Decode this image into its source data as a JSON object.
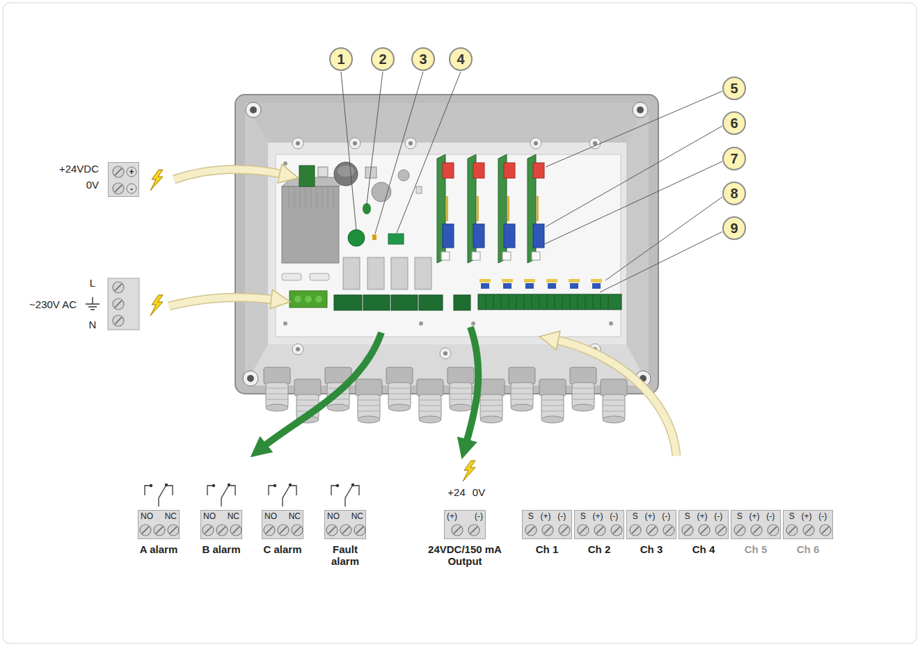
{
  "diagram": {
    "nodes": [
      {
        "text": [
          "1"
        ]
      },
      {
        "text": [
          "2"
        ]
      },
      {
        "text": [
          "3"
        ]
      },
      {
        "text": [
          "4"
        ]
      },
      {
        "text": [
          "5"
        ]
      },
      {
        "text": [
          "6"
        ]
      },
      {
        "text": [
          "7"
        ]
      },
      {
        "text": [
          "8"
        ]
      },
      {
        "text": [
          "9"
        ]
      },
      {
        "text": [
          "+",
          "-"
        ]
      },
      {
        "text": [
          "NO",
          "NC",
          "A alarm"
        ]
      },
      {
        "text": [
          "NO",
          "NC",
          "B alarm"
        ]
      },
      {
        "text": [
          "NO",
          "NC",
          "C alarm"
        ]
      },
      {
        "text": [
          "NO",
          "NC",
          "Fault alarm"
        ]
      },
      {
        "text": [
          "(+)",
          "(-)",
          "24VDC/150 mA Output"
        ]
      },
      {
        "text": [
          "S",
          "(+)",
          "(-)",
          "Ch 1"
        ]
      },
      {
        "text": [
          "S",
          "(+)",
          "(-)",
          "Ch 2"
        ]
      },
      {
        "text": [
          "S",
          "(+)",
          "(-)",
          "Ch 3"
        ]
      },
      {
        "text": [
          "S",
          "(+)",
          "(-)",
          "Ch 4"
        ]
      },
      {
        "text": [
          "S",
          "(+)",
          "(-)",
          "Ch 5"
        ]
      },
      {
        "text": [
          "S",
          "(+)",
          "(-)",
          "Ch 6"
        ]
      }
    ],
    "labels": [
      "+24VDC",
      "0V",
      "L",
      "~230V AC",
      "N",
      "+24",
      "0V"
    ]
  }
}
